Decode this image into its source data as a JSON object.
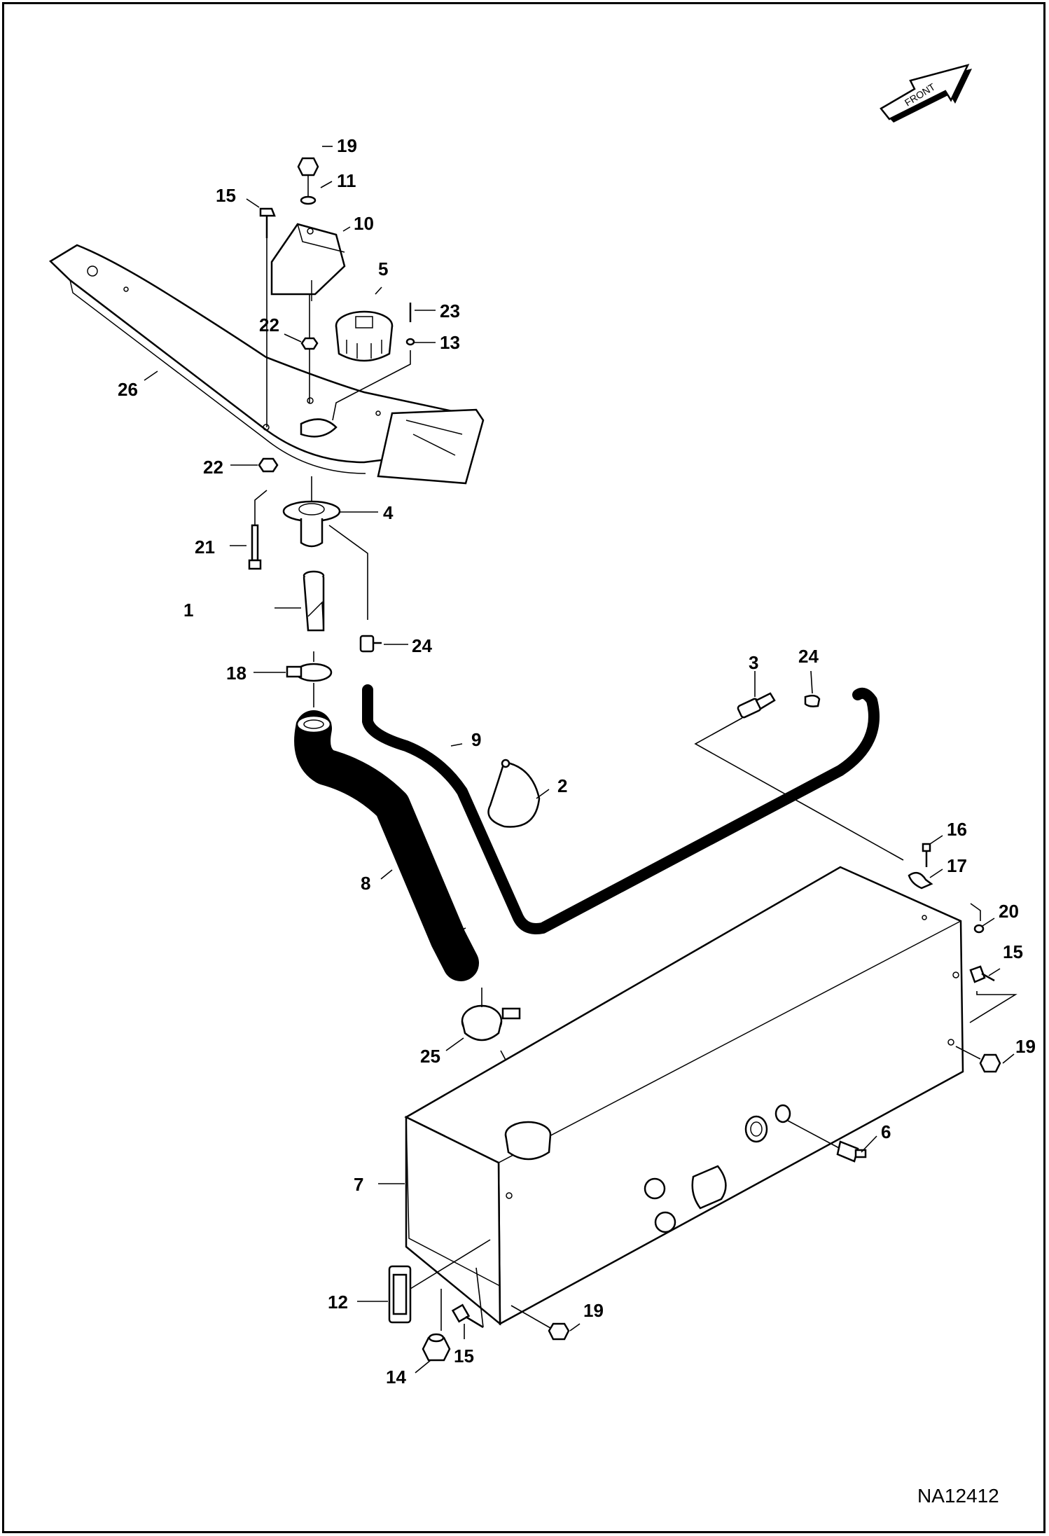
{
  "front_label": "FRONT",
  "drawing_ref": "NA12412",
  "callouts": {
    "c1": "1",
    "c2": "2",
    "c3": "3",
    "c4": "4",
    "c5": "5",
    "c6": "6",
    "c7": "7",
    "c8": "8",
    "c9": "9",
    "c10": "10",
    "c11": "11",
    "c12": "12",
    "c13": "13",
    "c14": "14",
    "c15a": "15",
    "c15b": "15",
    "c15c": "15",
    "c16": "16",
    "c17": "17",
    "c18": "18",
    "c19a": "19",
    "c19b": "19",
    "c19c": "19",
    "c20": "20",
    "c21": "21",
    "c22a": "22",
    "c22b": "22",
    "c23": "23",
    "c24a": "24",
    "c24b": "24",
    "c25": "25",
    "c26": "26"
  }
}
